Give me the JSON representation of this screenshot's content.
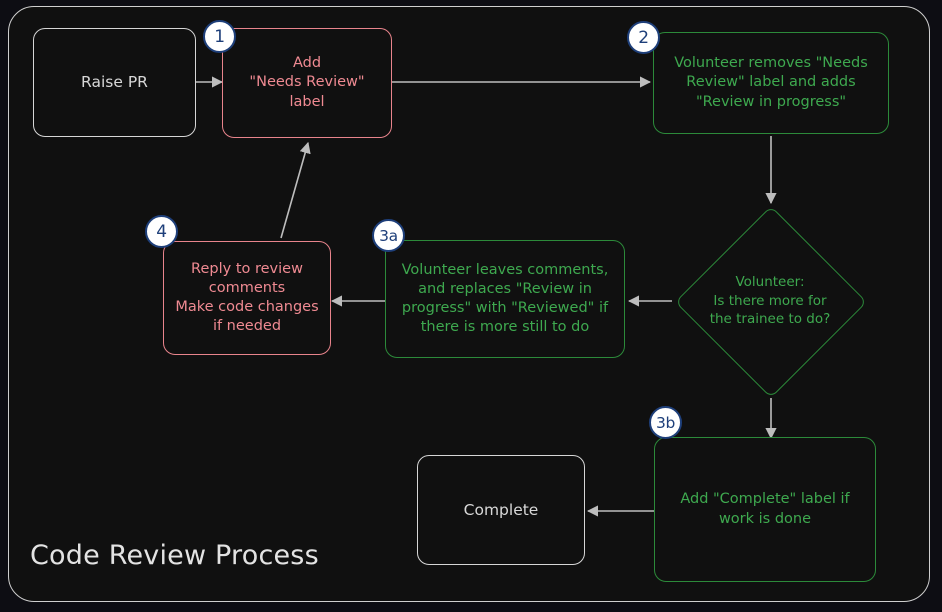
{
  "diagram": {
    "title": "Code Review Process",
    "type": "flowchart",
    "colors": {
      "page_background": "#0d0d13",
      "frame_background": "#101010",
      "frame_border": "#cfcfcf",
      "neutral_node": "#d6d6d6",
      "red_node": "#e8848c",
      "red_text": "#ef8a92",
      "green_node": "#2c8a3a",
      "green_text": "#3ea94f",
      "badge_fill": "#ffffff",
      "badge_border": "#1e3f7a",
      "edge": "#bdbdbd"
    }
  },
  "nodes": {
    "raise_pr": {
      "label": "Raise PR",
      "style": "neutral",
      "shape": "rounded-rect"
    },
    "add_needs_review": {
      "label": "Add\n\"Needs Review\"\nlabel",
      "style": "red",
      "shape": "rounded-rect",
      "badge": "1"
    },
    "volunteer_removes": {
      "label": "Volunteer removes \"Needs\nReview\" label and adds\n\"Review in progress\"",
      "style": "green",
      "shape": "rounded-rect",
      "badge": "2"
    },
    "decision": {
      "label": "Volunteer:\nIs there more for\nthe trainee to do?",
      "style": "green",
      "shape": "diamond"
    },
    "volunteer_comments": {
      "label": "Volunteer leaves comments,\nand replaces \"Review in\nprogress\" with \"Reviewed\" if\nthere is more still to do",
      "style": "green",
      "shape": "rounded-rect",
      "badge": "3a"
    },
    "reply_to_review": {
      "label": "Reply to review\ncomments\nMake code changes\nif needed",
      "style": "red",
      "shape": "rounded-rect",
      "badge": "4"
    },
    "add_complete": {
      "label": "Add \"Complete\" label if\nwork is done",
      "style": "green",
      "shape": "rounded-rect",
      "badge": "3b"
    },
    "complete": {
      "label": "Complete",
      "style": "neutral",
      "shape": "rounded-rect"
    }
  },
  "badges": {
    "one": "1",
    "two": "2",
    "three_a": "3a",
    "three_b": "3b",
    "four": "4"
  },
  "edges": [
    {
      "from": "raise_pr",
      "to": "add_needs_review",
      "label": ""
    },
    {
      "from": "add_needs_review",
      "to": "volunteer_removes",
      "label": ""
    },
    {
      "from": "volunteer_removes",
      "to": "decision",
      "label": ""
    },
    {
      "from": "decision",
      "to": "volunteer_comments",
      "label": ""
    },
    {
      "from": "decision",
      "to": "add_complete",
      "label": ""
    },
    {
      "from": "volunteer_comments",
      "to": "reply_to_review",
      "label": ""
    },
    {
      "from": "reply_to_review",
      "to": "add_needs_review",
      "label": ""
    },
    {
      "from": "add_complete",
      "to": "complete",
      "label": ""
    }
  ]
}
